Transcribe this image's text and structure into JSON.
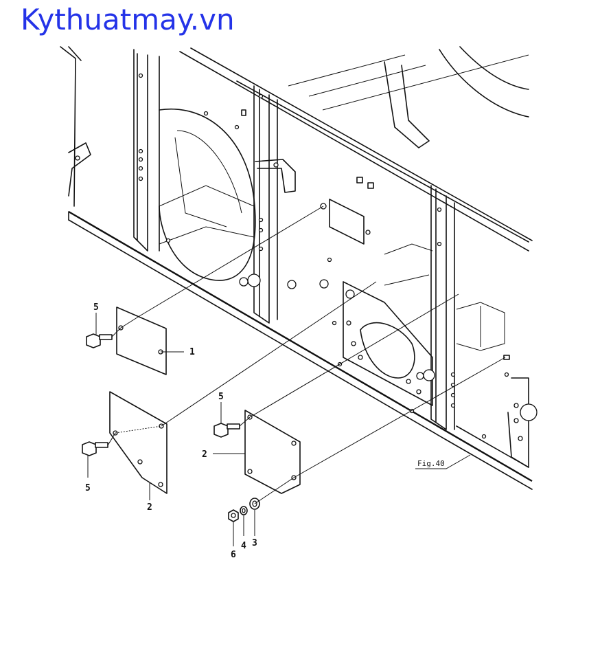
{
  "watermark": {
    "text": "Kythuatmay.vn",
    "color": "#2433e8"
  },
  "callouts": {
    "c1": "1",
    "c2a": "2",
    "c2b": "2",
    "c3": "3",
    "c4": "4",
    "c5a": "5",
    "c5b": "5",
    "c5c": "5",
    "c6": "6"
  },
  "figure_reference": {
    "label": "Fig.40"
  }
}
